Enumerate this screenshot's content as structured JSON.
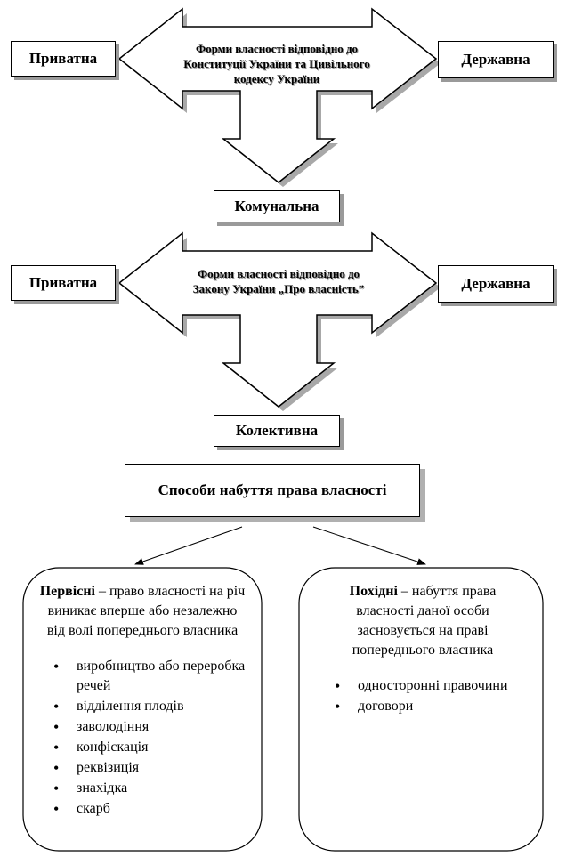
{
  "section1": {
    "left_label": "Приватна",
    "right_label": "Державна",
    "bottom_label": "Комунальна",
    "arrow_text": "Форми власності відповідно до Конституції України та Цивільного кодексу України"
  },
  "section2": {
    "left_label": "Приватна",
    "right_label": "Державна",
    "bottom_label": "Колективна",
    "arrow_text": "Форми власності відповідно до Закону України „Про власність”"
  },
  "acquisition": {
    "title": "Способи набуття права власності",
    "original": {
      "term": "Первісні",
      "description": " – право власності на річ виникає вперше або незалежно від волі попереднього власника",
      "items": [
        "виробництво або переробка речей",
        "відділення плодів",
        "заволодіння",
        "конфіскація",
        "реквізиція",
        "знахідка",
        "скарб"
      ]
    },
    "derivative": {
      "term": "Похідні",
      "description": " – набуття права власності даної особи засновується на праві попереднього власника",
      "items": [
        "односторонні правочини",
        "договори"
      ]
    }
  }
}
